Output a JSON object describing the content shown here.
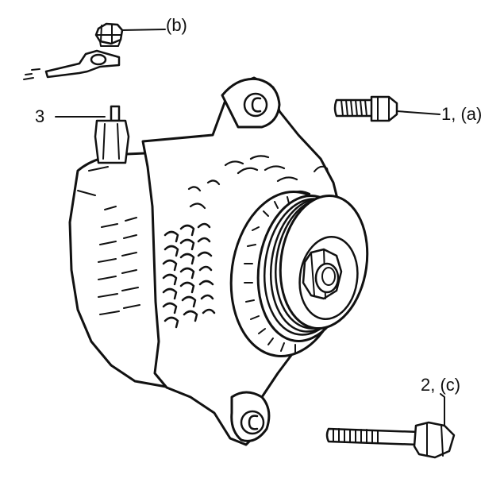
{
  "callouts": {
    "b": "(b)",
    "part3": "3",
    "part1a": "1, (a)",
    "part2c": "2, (c)"
  },
  "colors": {
    "ink": "#111111",
    "paper": "#ffffff"
  }
}
